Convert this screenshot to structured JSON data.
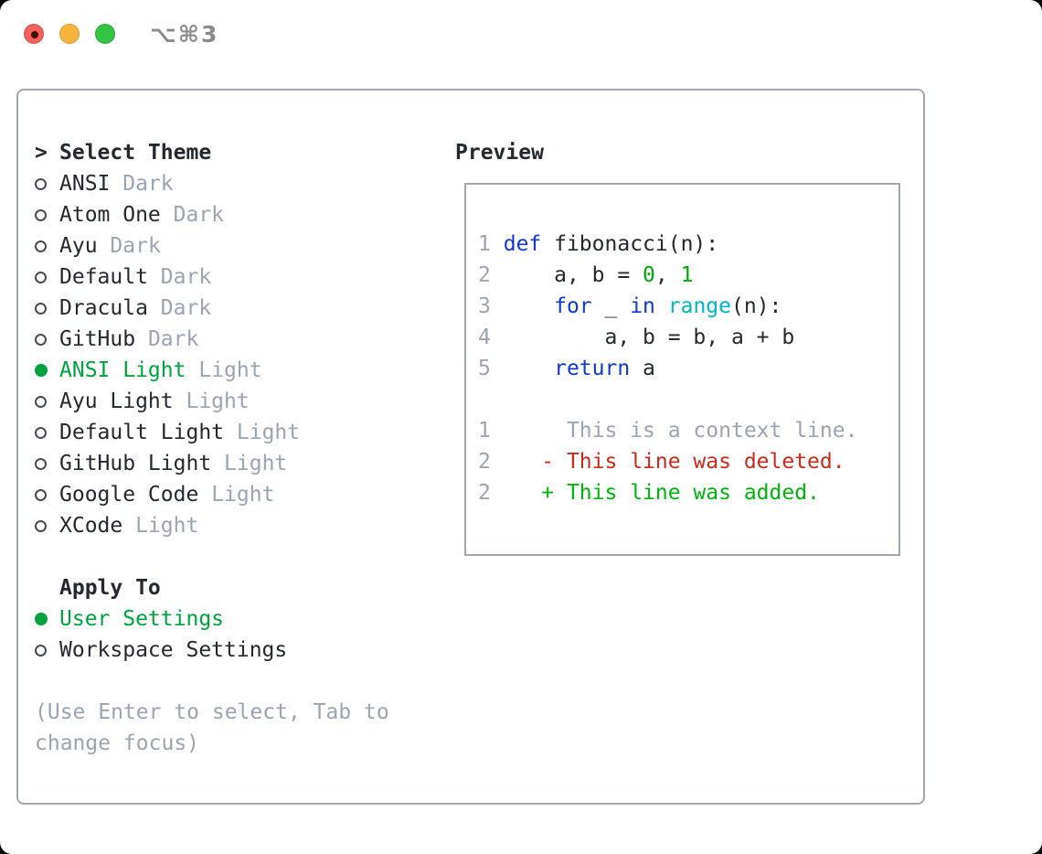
{
  "window": {
    "titlebar_shortcut": "⌥⌘3",
    "traffic_lights": [
      "close",
      "minimize",
      "fullscreen"
    ]
  },
  "colors": {
    "text": "#24292f",
    "muted": "#9aa4b2",
    "accent_green": "#00a33f",
    "literal_green": "#00a80a",
    "diff_green": "#00b30d",
    "diff_red": "#cb2b1d",
    "keyword_blue": "#1138d1",
    "function_cyan": "#00b7c3",
    "border_gray": "#a0a7b1",
    "title_gray": "#8a8a8f",
    "tl_red": "#f4615a",
    "tl_yellow": "#f6b43c",
    "tl_green": "#33c444"
  },
  "theme_selector": {
    "prompt_prefix": ">",
    "header": "Select Theme",
    "items": [
      {
        "name": "ANSI",
        "variant": "Dark",
        "selected": false
      },
      {
        "name": "Atom One",
        "variant": "Dark",
        "selected": false
      },
      {
        "name": "Ayu",
        "variant": "Dark",
        "selected": false
      },
      {
        "name": "Default",
        "variant": "Dark",
        "selected": false
      },
      {
        "name": "Dracula",
        "variant": "Dark",
        "selected": false
      },
      {
        "name": "GitHub",
        "variant": "Dark",
        "selected": false
      },
      {
        "name": "ANSI Light",
        "variant": "Light",
        "selected": true
      },
      {
        "name": "Ayu Light",
        "variant": "Light",
        "selected": false
      },
      {
        "name": "Default Light",
        "variant": "Light",
        "selected": false
      },
      {
        "name": "GitHub Light",
        "variant": "Light",
        "selected": false
      },
      {
        "name": "Google Code",
        "variant": "Light",
        "selected": false
      },
      {
        "name": "XCode",
        "variant": "Light",
        "selected": false
      }
    ]
  },
  "apply_to": {
    "header": "Apply To",
    "options": [
      {
        "label": "User Settings",
        "selected": true
      },
      {
        "label": "Workspace Settings",
        "selected": false
      }
    ]
  },
  "help_text": "(Use Enter to select, Tab to change focus)",
  "preview": {
    "header": "Preview",
    "lines": [
      {
        "num": "1",
        "tokens": [
          [
            "def",
            "kw"
          ],
          [
            " fibonacci(n):",
            "plain"
          ]
        ]
      },
      {
        "num": "2",
        "tokens": [
          [
            "    a, b = ",
            "plain"
          ],
          [
            "0",
            "lit"
          ],
          [
            ", ",
            "plain"
          ],
          [
            "1",
            "lit"
          ]
        ]
      },
      {
        "num": "3",
        "tokens": [
          [
            "    ",
            "plain"
          ],
          [
            "for",
            "kw"
          ],
          [
            " _ ",
            "plain"
          ],
          [
            "in",
            "kw"
          ],
          [
            " ",
            "plain"
          ],
          [
            "range",
            "fn"
          ],
          [
            "(n):",
            "plain"
          ]
        ]
      },
      {
        "num": "4",
        "tokens": [
          [
            "        a, b = b, a + b",
            "plain"
          ]
        ]
      },
      {
        "num": "5",
        "tokens": [
          [
            "    ",
            "plain"
          ],
          [
            "return",
            "kw"
          ],
          [
            " a",
            "plain"
          ]
        ]
      },
      {
        "num": "",
        "tokens": []
      },
      {
        "num": "1",
        "tokens": [
          [
            "     This is a context line.",
            "ctx"
          ]
        ]
      },
      {
        "num": "2",
        "tokens": [
          [
            "   ",
            "plain"
          ],
          [
            "- This line was deleted.",
            "del"
          ]
        ]
      },
      {
        "num": "2",
        "tokens": [
          [
            "   ",
            "plain"
          ],
          [
            "+ This line was added.",
            "add"
          ]
        ]
      }
    ]
  }
}
